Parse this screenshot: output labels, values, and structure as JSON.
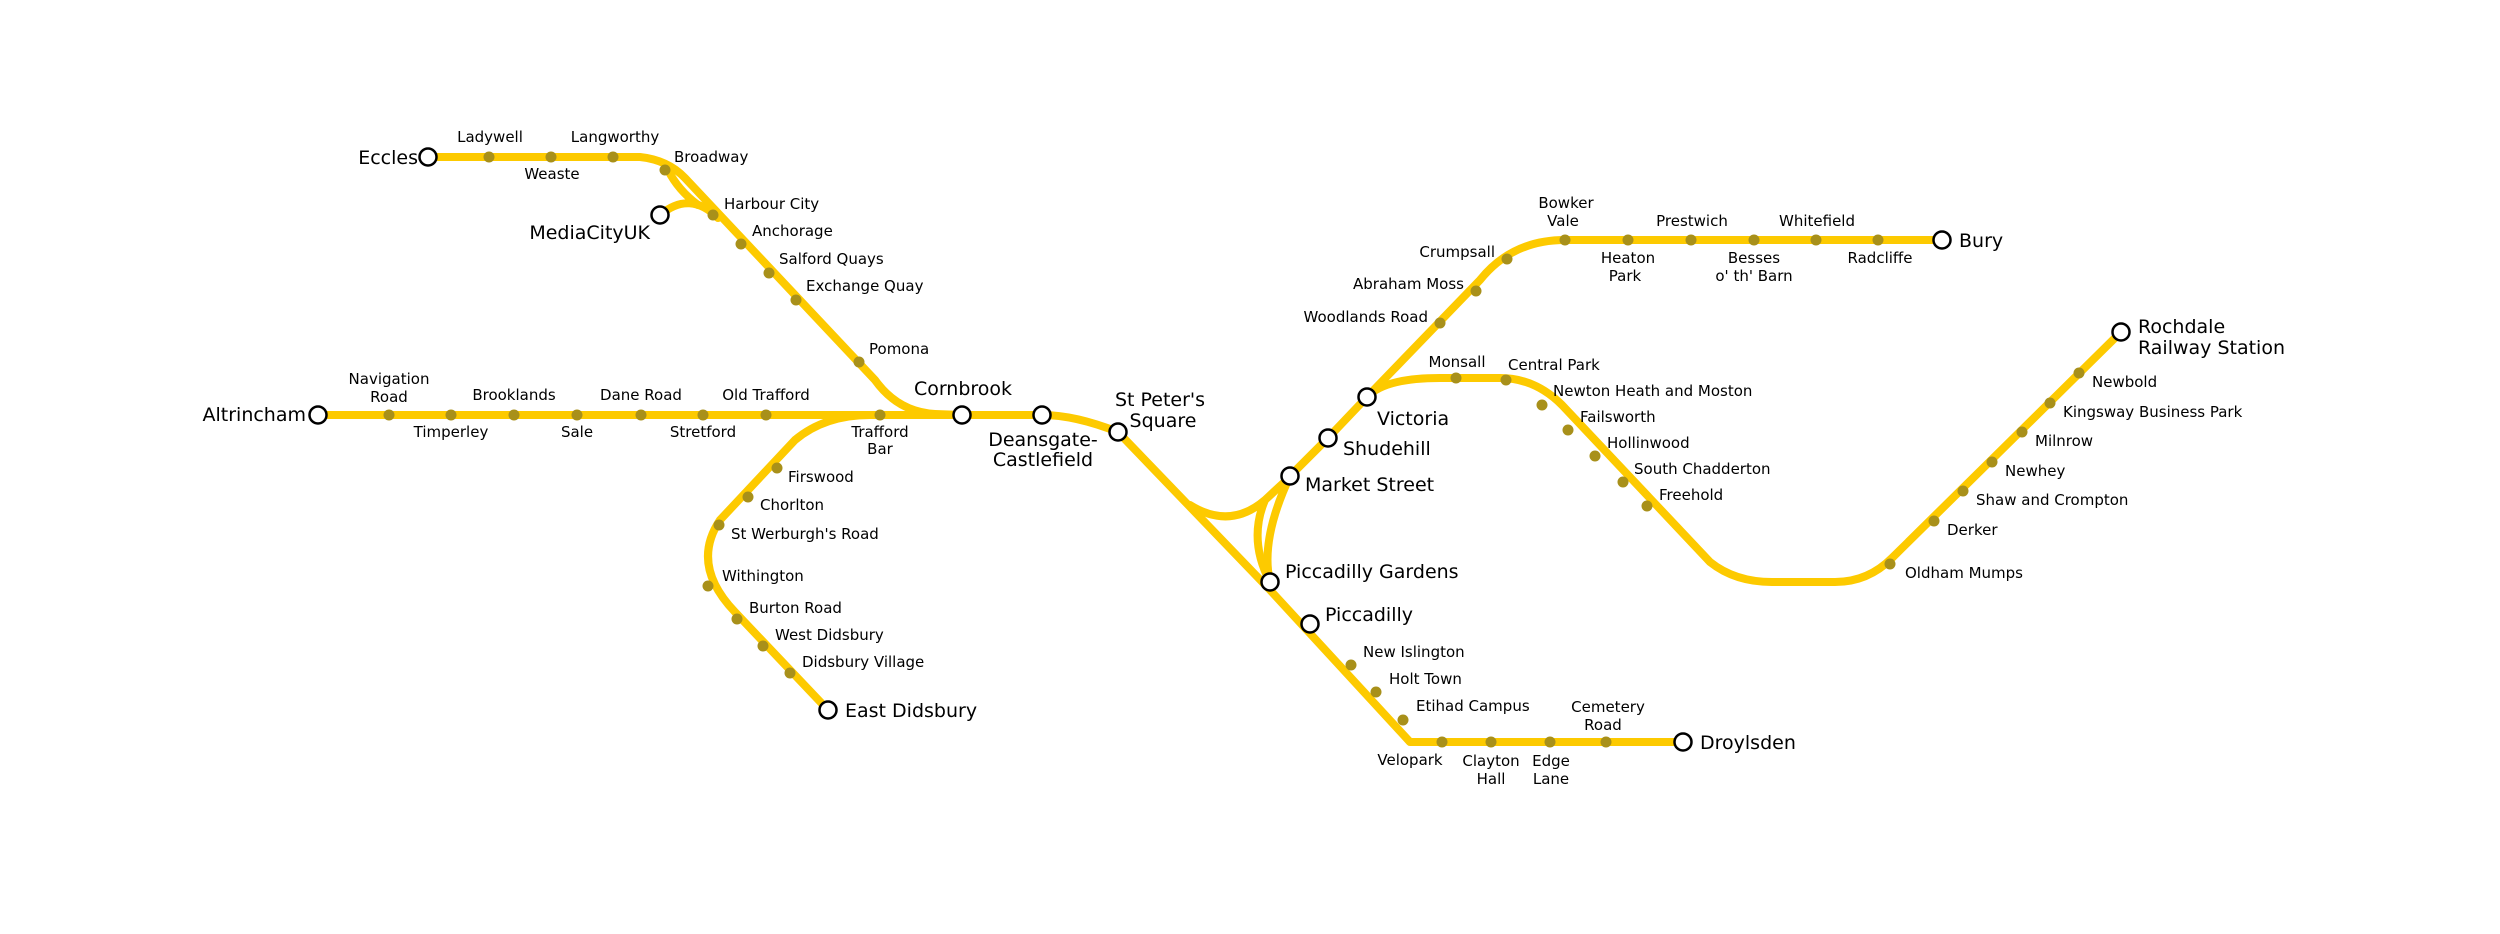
{
  "colors": {
    "line": "#FDCA00",
    "stop": "#A8901A",
    "terminal_fill": "#FFFFFF",
    "terminal_stroke": "#000000",
    "text": "#000000"
  },
  "stations": {
    "eccles": "Eccles",
    "ladywell": "Ladywell",
    "weaste": "Weaste",
    "langworthy": "Langworthy",
    "broadway": "Broadway",
    "mediacityuk": "MediaCityUK",
    "harbour_city": "Harbour City",
    "anchorage": "Anchorage",
    "salford_quays": "Salford Quays",
    "exchange_quay": "Exchange Quay",
    "pomona": "Pomona",
    "altrincham": "Altrincham",
    "navigation_road_1": "Navigation",
    "navigation_road_2": "Road",
    "timperley": "Timperley",
    "brooklands": "Brooklands",
    "sale": "Sale",
    "dane_road": "Dane Road",
    "stretford": "Stretford",
    "old_trafford": "Old Trafford",
    "trafford_bar_1": "Trafford",
    "trafford_bar_2": "Bar",
    "cornbrook": "Cornbrook",
    "firswood": "Firswood",
    "chorlton": "Chorlton",
    "st_werburghs_road": "St Werburgh's Road",
    "withington": "Withington",
    "burton_road": "Burton Road",
    "west_didsbury": "West Didsbury",
    "didsbury_village": "Didsbury Village",
    "east_didsbury": "East Didsbury",
    "deansgate_1": "Deansgate-",
    "deansgate_2": "Castlefield",
    "st_peters_1": "St Peter's",
    "st_peters_2": "Square",
    "market_street": "Market Street",
    "shudehill": "Shudehill",
    "victoria": "Victoria",
    "piccadilly_gardens": "Piccadilly Gardens",
    "piccadilly": "Piccadilly",
    "new_islington": "New Islington",
    "holt_town": "Holt Town",
    "etihad_campus": "Etihad Campus",
    "velopark": "Velopark",
    "clayton_hall_1": "Clayton",
    "clayton_hall_2": "Hall",
    "edge_lane_1": "Edge",
    "edge_lane_2": "Lane",
    "cemetery_road_1": "Cemetery",
    "cemetery_road_2": "Road",
    "droylsden": "Droylsden",
    "woodlands_road": "Woodlands Road",
    "abraham_moss": "Abraham Moss",
    "crumpsall": "Crumpsall",
    "bowker_vale_1": "Bowker",
    "bowker_vale_2": "Vale",
    "heaton_park_1": "Heaton",
    "heaton_park_2": "Park",
    "prestwich": "Prestwich",
    "besses_1": "Besses",
    "besses_2": "o' th' Barn",
    "whitefield": "Whitefield",
    "radcliffe": "Radcliffe",
    "bury": "Bury",
    "monsall": "Monsall",
    "central_park": "Central Park",
    "newton_heath": "Newton Heath and Moston",
    "failsworth": "Failsworth",
    "hollinwood": "Hollinwood",
    "south_chadderton": "South Chadderton",
    "freehold": "Freehold",
    "oldham_mumps": "Oldham Mumps",
    "derker": "Derker",
    "shaw_crompton": "Shaw and Crompton",
    "newhey": "Newhey",
    "milnrow": "Milnrow",
    "kingsway": "Kingsway Business Park",
    "newbold": "Newbold",
    "rochdale_1": "Rochdale",
    "rochdale_2": "Railway Station"
  }
}
